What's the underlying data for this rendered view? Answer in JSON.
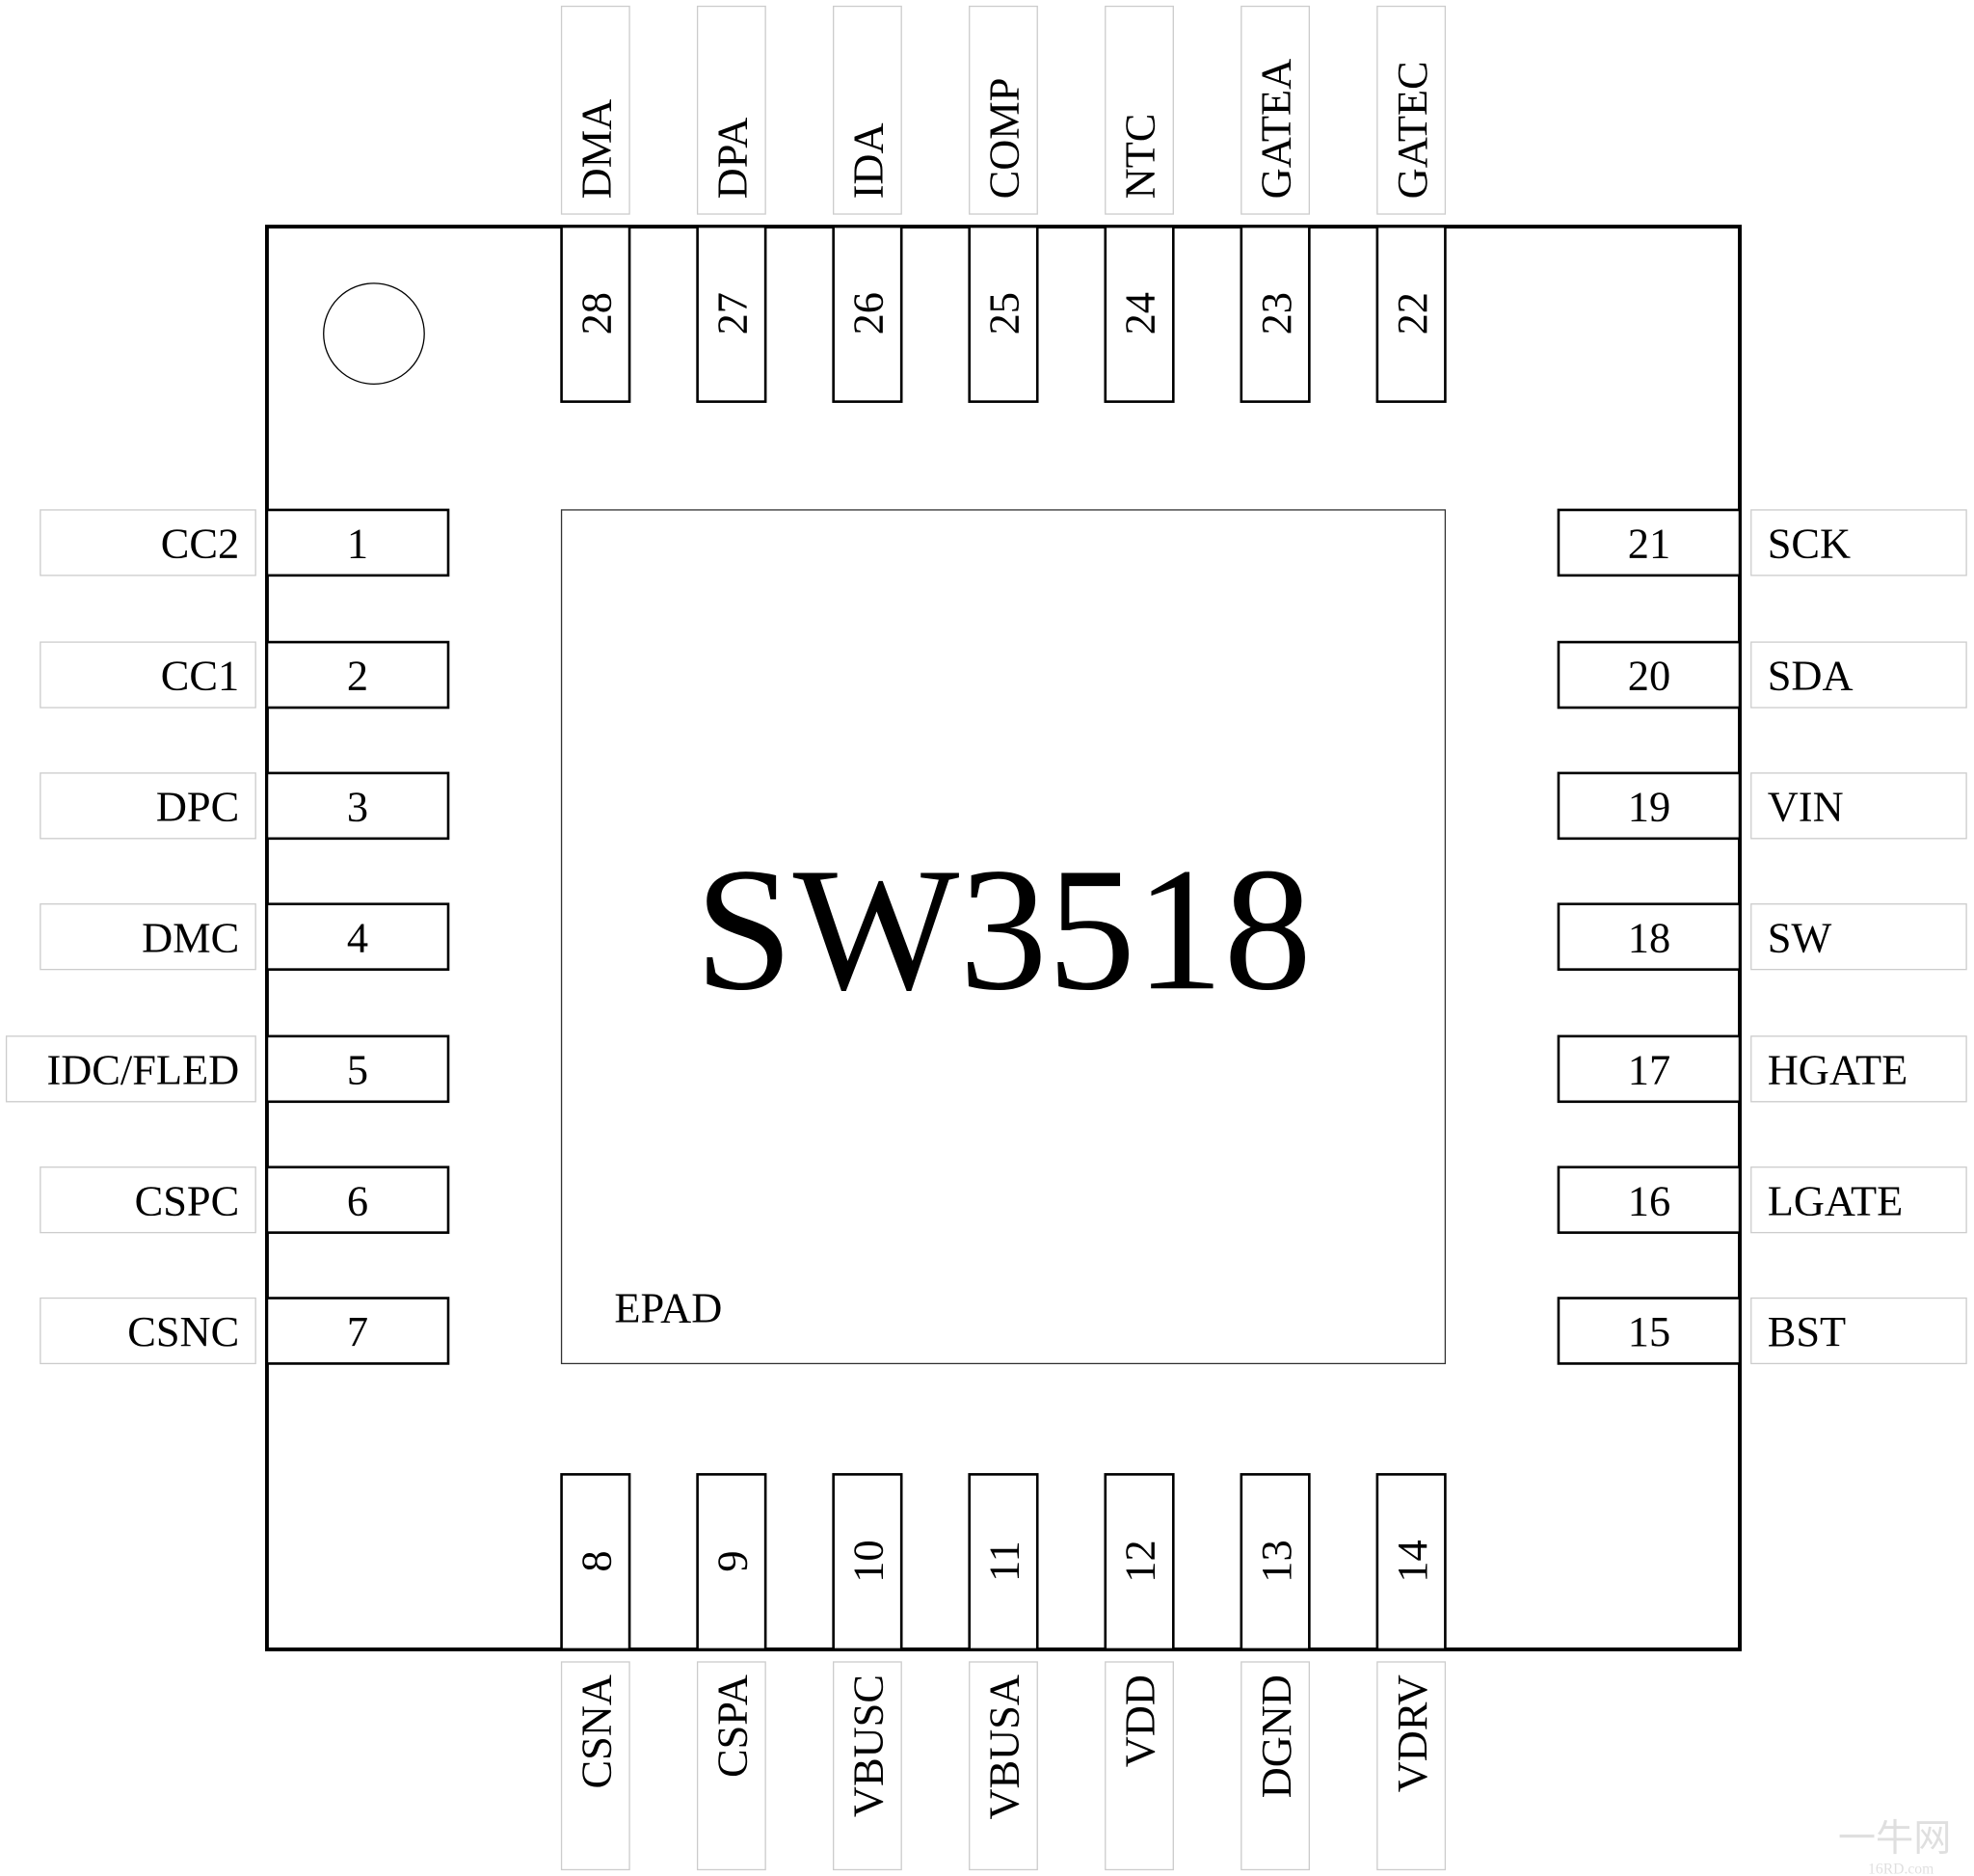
{
  "chip": {
    "name": "SW3518",
    "epad_label": "EPAD"
  },
  "pins": {
    "left": [
      {
        "number": "1",
        "name": "CC2"
      },
      {
        "number": "2",
        "name": "CC1"
      },
      {
        "number": "3",
        "name": "DPC"
      },
      {
        "number": "4",
        "name": "DMC"
      },
      {
        "number": "5",
        "name": "IDC/FLED"
      },
      {
        "number": "6",
        "name": "CSPC"
      },
      {
        "number": "7",
        "name": "CSNC"
      }
    ],
    "bottom": [
      {
        "number": "8",
        "name": "CSNA"
      },
      {
        "number": "9",
        "name": "CSPA"
      },
      {
        "number": "10",
        "name": "VBUSC"
      },
      {
        "number": "11",
        "name": "VBUSA"
      },
      {
        "number": "12",
        "name": "VDD"
      },
      {
        "number": "13",
        "name": "DGND"
      },
      {
        "number": "14",
        "name": "VDRV"
      }
    ],
    "right": [
      {
        "number": "21",
        "name": "SCK"
      },
      {
        "number": "20",
        "name": "SDA"
      },
      {
        "number": "19",
        "name": "VIN"
      },
      {
        "number": "18",
        "name": "SW"
      },
      {
        "number": "17",
        "name": "HGATE"
      },
      {
        "number": "16",
        "name": "LGATE"
      },
      {
        "number": "15",
        "name": "BST"
      }
    ],
    "top": [
      {
        "number": "28",
        "name": "DMA"
      },
      {
        "number": "27",
        "name": "DPA"
      },
      {
        "number": "26",
        "name": "IDA"
      },
      {
        "number": "25",
        "name": "COMP"
      },
      {
        "number": "24",
        "name": "NTC"
      },
      {
        "number": "23",
        "name": "GATEA"
      },
      {
        "number": "22",
        "name": "GATEC"
      }
    ]
  },
  "watermark": {
    "text": "一牛网",
    "subtext": "16RD.com"
  }
}
